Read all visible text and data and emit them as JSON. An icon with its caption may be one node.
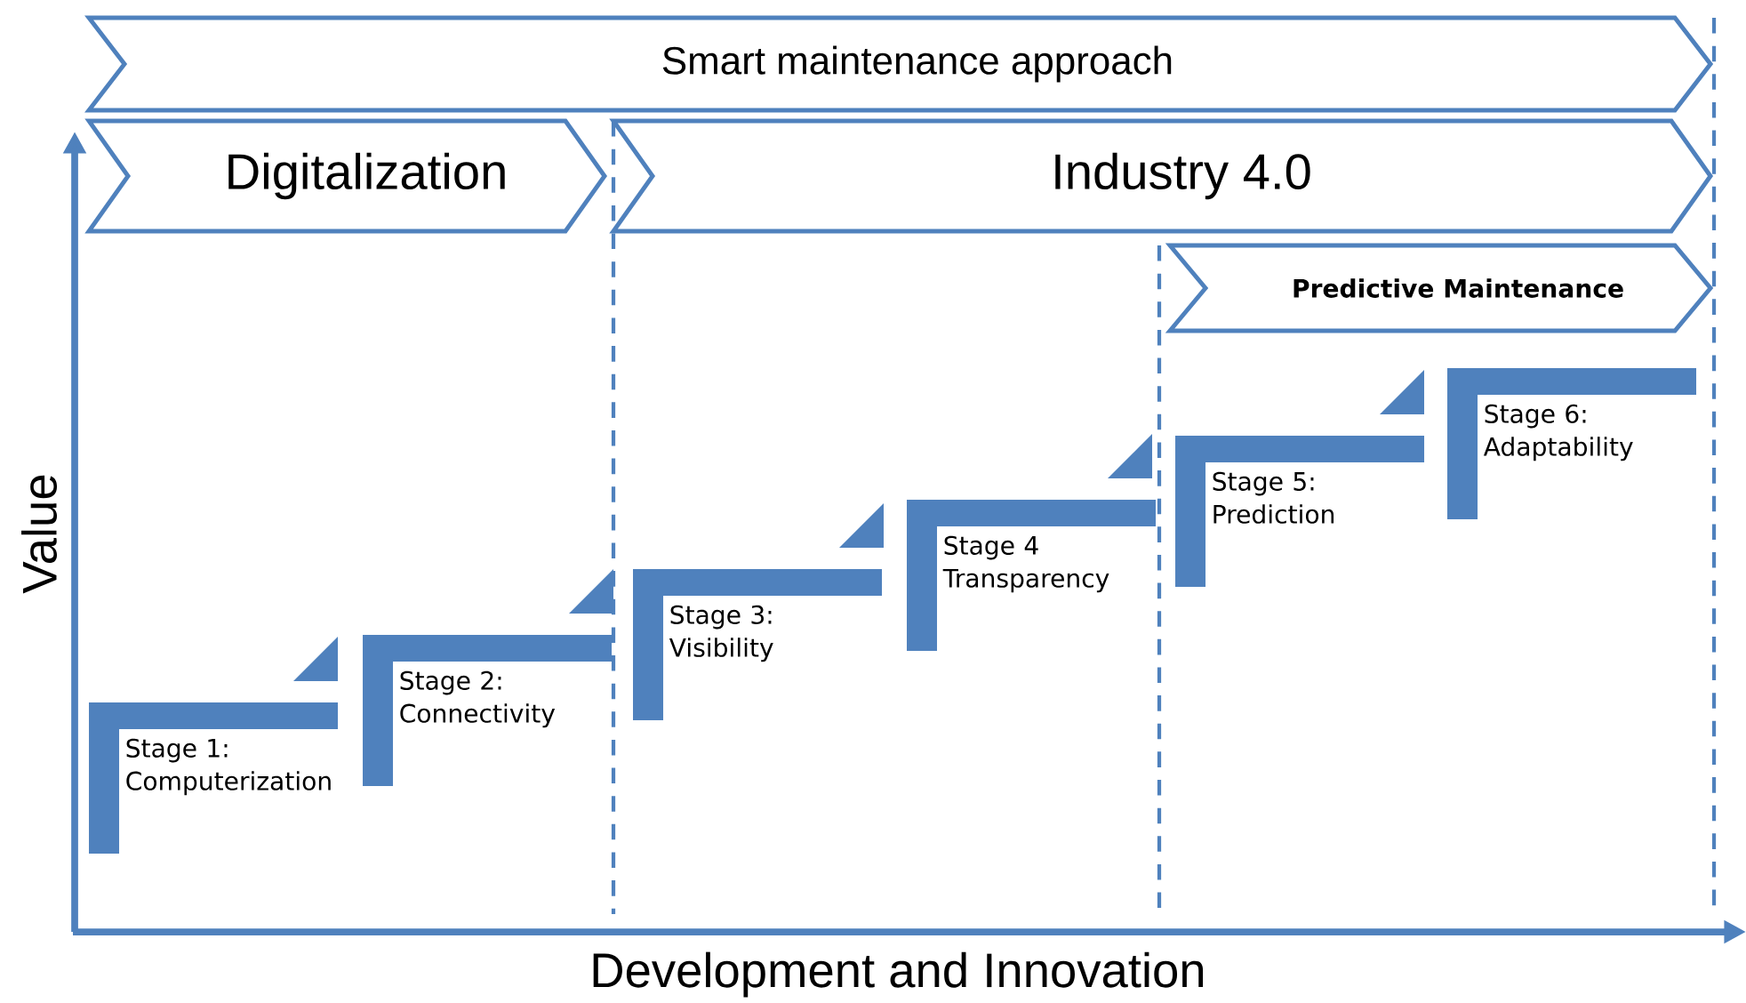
{
  "diagram": {
    "nodes": [
      {
        "text": [
          "Smart maintenance approach"
        ]
      },
      {
        "text": [
          "Digitalization"
        ]
      },
      {
        "text": [
          "Industry 4.0"
        ]
      },
      {
        "text": [
          "**Predictive Maintenance**"
        ]
      },
      {
        "text": [
          "Stage 1: Computerization"
        ]
      },
      {
        "text": [
          "Stage 2: Connectivity"
        ]
      },
      {
        "text": [
          "Stage 3: Visibility"
        ]
      },
      {
        "text": [
          "Stage 4 Transparency"
        ]
      },
      {
        "text": [
          "Stage 5: Prediction"
        ]
      },
      {
        "text": [
          "Stage 6: Adaptability"
        ]
      }
    ],
    "labels": [
      "Value",
      "Development and Innovation"
    ]
  }
}
